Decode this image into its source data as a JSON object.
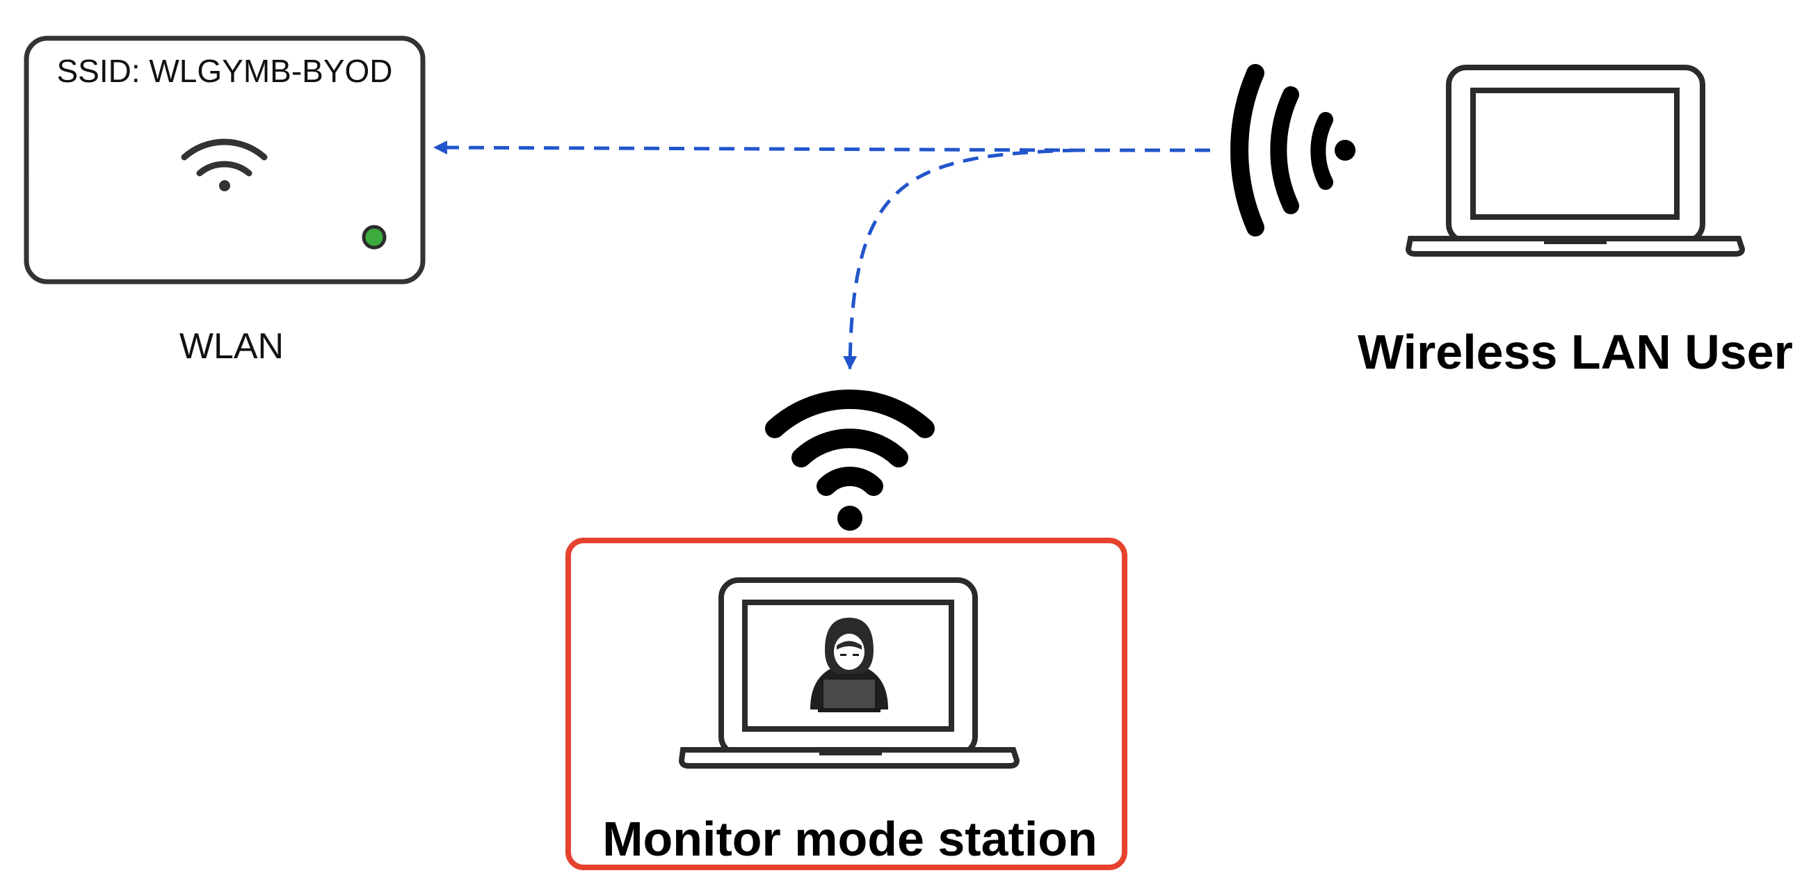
{
  "access_point": {
    "ssid_label": "SSID: WLGYMB-BYOD",
    "caption": "WLAN",
    "led_color": "#3caa3c",
    "icon": "wifi-icon"
  },
  "user": {
    "caption": "Wireless LAN User",
    "icon": "laptop-icon",
    "signal_icon": "radio-waves-icon"
  },
  "monitor": {
    "caption": "Monitor mode station",
    "icon": "hacker-laptop-icon",
    "signal_icon": "wifi-icon",
    "frame_color": "#e5432e"
  },
  "connections": {
    "color": "#2255cc",
    "style": "dashed"
  }
}
